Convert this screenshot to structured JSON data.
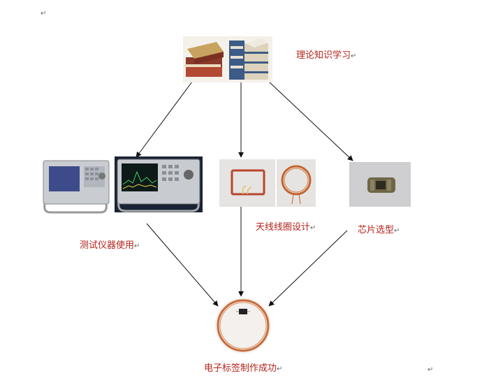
{
  "diagram": {
    "nodes": {
      "theory": {
        "label": "理论知识学习"
      },
      "instruments": {
        "label": "测试仪器使用"
      },
      "antenna": {
        "label": "天线线圈设计"
      },
      "chip": {
        "label": "芯片选型"
      },
      "tag": {
        "label": "电子标签制作成功"
      }
    },
    "paragraph_mark": "↵",
    "edges": [
      {
        "from": "theory",
        "to": "instruments"
      },
      {
        "from": "theory",
        "to": "antenna"
      },
      {
        "from": "theory",
        "to": "chip"
      },
      {
        "from": "instruments",
        "to": "tag"
      },
      {
        "from": "antenna",
        "to": "tag"
      },
      {
        "from": "chip",
        "to": "tag"
      }
    ]
  },
  "colors": {
    "label_text": "#b5231b",
    "arrow": "#111111"
  }
}
